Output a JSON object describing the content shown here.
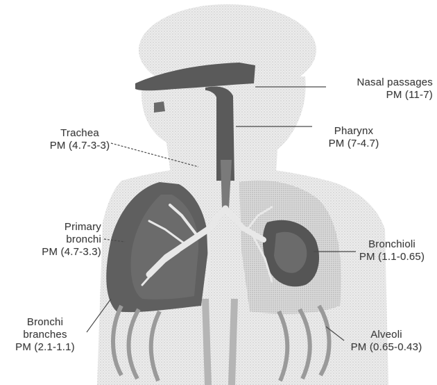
{
  "labels": {
    "nasal": {
      "name": "Nasal passages",
      "pm": "PM (11-7)"
    },
    "pharynx": {
      "name": "Pharynx",
      "pm": "PM (7-4.7)"
    },
    "trachea": {
      "name": "Trachea",
      "pm": "PM (4.7-3-3)"
    },
    "primary": {
      "name_line1": "Primary",
      "name_line2": "bronchi",
      "pm": "PM (4.7-3.3)"
    },
    "bronchioli": {
      "name": "Bronchioli",
      "pm": "PM (1.1-0.65)"
    },
    "branches": {
      "name_line1": "Bronchi",
      "name_line2": "branches",
      "pm": "PM (2.1-1.1)"
    },
    "alveoli": {
      "name": "Alveoli",
      "pm": "PM (0.65-0.43)"
    }
  },
  "colors": {
    "text": "#3a3a3a",
    "airway_dark": "#5a5a5a",
    "head_light": "#e6e6e6",
    "lung_light": "#cfcfcf",
    "leader": "#4a4a4a"
  }
}
